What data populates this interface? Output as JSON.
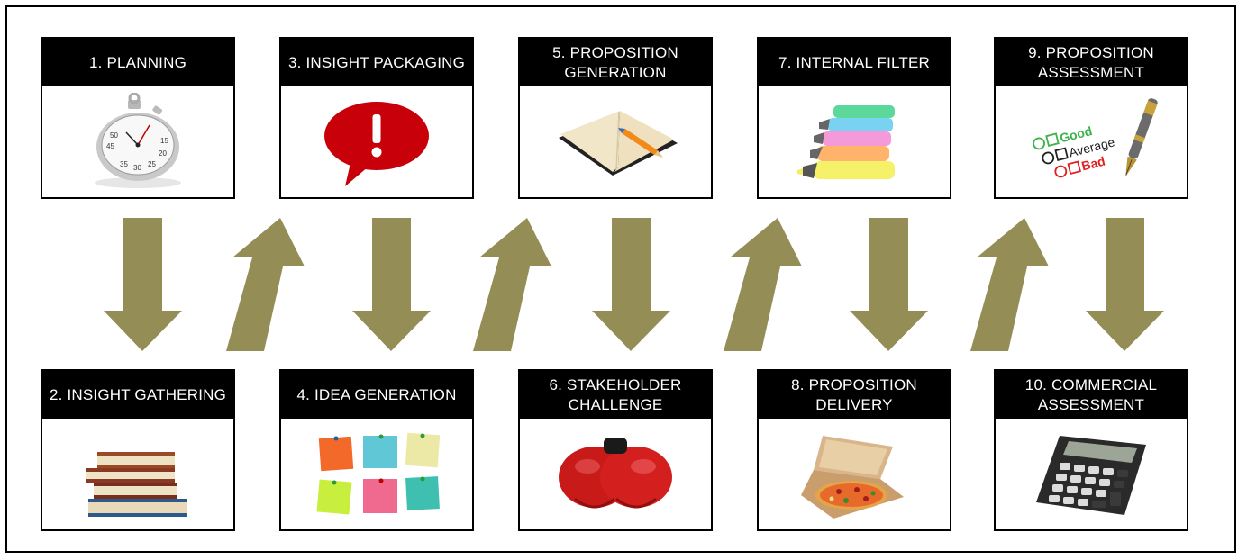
{
  "steps": [
    {
      "label": "1. PLANNING",
      "icon": "stopwatch-icon"
    },
    {
      "label": "2. INSIGHT GATHERING",
      "icon": "books-icon"
    },
    {
      "label": "3. INSIGHT PACKAGING",
      "icon": "alert-speech-bubble-icon"
    },
    {
      "label": "4. IDEA GENERATION",
      "icon": "sticky-notes-icon"
    },
    {
      "label": "5. PROPOSITION GENERATION",
      "icon": "notebook-pencil-icon"
    },
    {
      "label": "6. STAKEHOLDER CHALLENGE",
      "icon": "boxing-gloves-icon"
    },
    {
      "label": "7. INTERNAL FILTER",
      "icon": "highlighters-icon"
    },
    {
      "label": "8.  PROPOSITION DELIVERY",
      "icon": "pizza-box-icon"
    },
    {
      "label": "9. PROPOSITION ASSESSMENT",
      "icon": "checklist-pen-icon"
    },
    {
      "label": "10. COMMERCIAL ASSESSMENT",
      "icon": "calculator-icon"
    }
  ],
  "checklist": {
    "good": "Good",
    "average": "Average",
    "bad": "Bad"
  },
  "stopwatch_numbers": [
    "50",
    "45",
    "35",
    "30",
    "25",
    "20",
    "15"
  ],
  "colors": {
    "header_bg": "#000000",
    "header_text": "#ffffff",
    "arrow": "#958d56",
    "border": "#000000"
  }
}
